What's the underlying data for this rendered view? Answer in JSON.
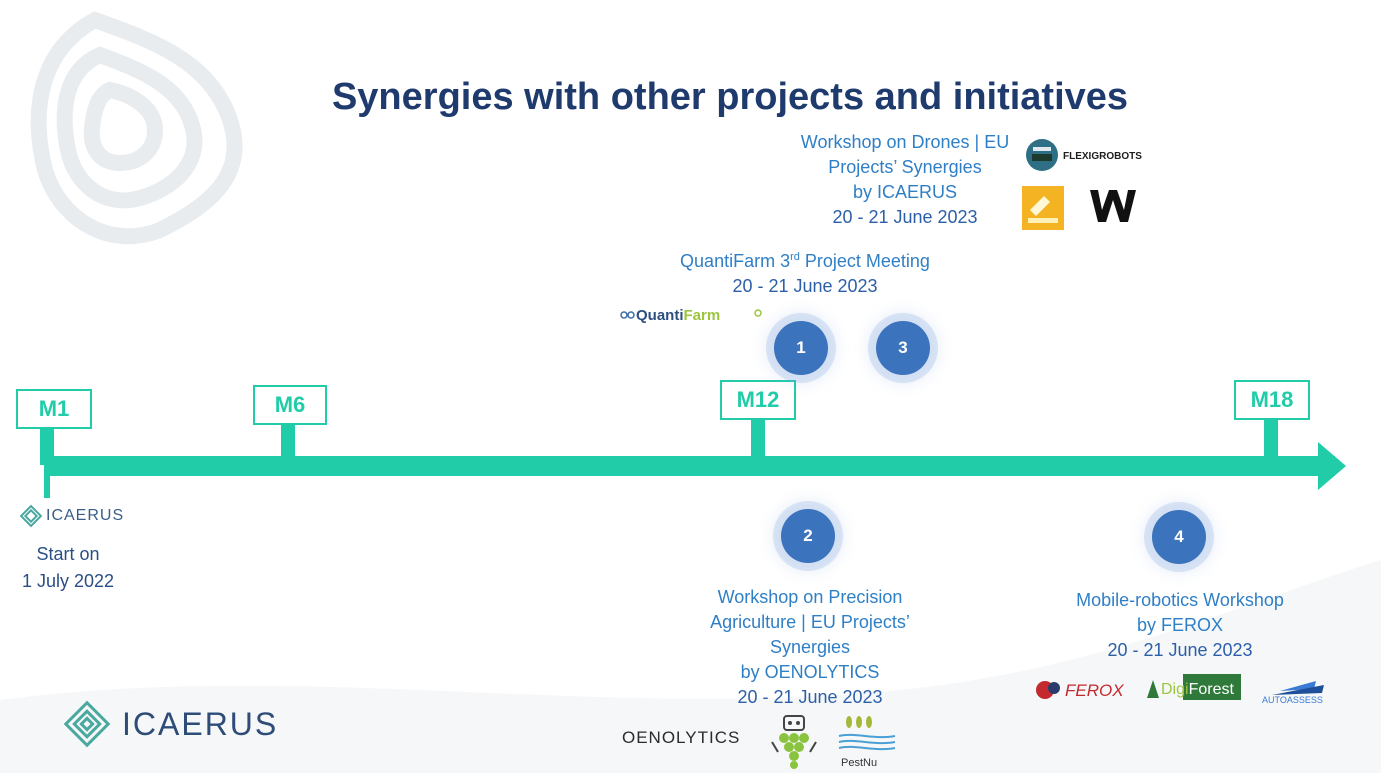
{
  "title": "Synergies with other projects and initiatives",
  "milestones": [
    {
      "label": "M1"
    },
    {
      "label": "M6"
    },
    {
      "label": "M12"
    },
    {
      "label": "M18"
    }
  ],
  "start": {
    "logo_text": "ICAERUS",
    "line1": "Start on",
    "line2": "1 July 2022"
  },
  "events": [
    {
      "number": "1",
      "lines": [
        "QuantiFarm 3rd Project Meeting"
      ],
      "date": "20 - 21 June 2023"
    },
    {
      "number": "2",
      "lines": [
        "Workshop on Precision",
        "Agriculture | EU Projects’",
        "Synergies",
        "by OENOLYTICS"
      ],
      "date": "20 - 21 June 2023"
    },
    {
      "number": "3",
      "lines": [
        "Workshop on Drones | EU",
        "Projects’ Synergies",
        "by ICAERUS"
      ],
      "date": "20 - 21 June 2023"
    },
    {
      "number": "4",
      "lines": [
        "Mobile-robotics Workshop",
        "by FEROX"
      ],
      "date": "20 - 21 June 2023"
    }
  ],
  "logos": {
    "quantifarm": "QuantiFarm",
    "flexigrobots": "FLEXIGROBOTS",
    "oenolytics": "OENOLYTICS",
    "pestnu": "PestNu",
    "ferox": "FEROX",
    "digiforest": "DigiForest",
    "autoassess": "AUTOASSESS",
    "footer": "ICAERUS"
  },
  "colors": {
    "accent": "#21cca9",
    "title": "#1f3b6e",
    "event_text": "#2f7fc6",
    "badge": "#3b73bd"
  }
}
